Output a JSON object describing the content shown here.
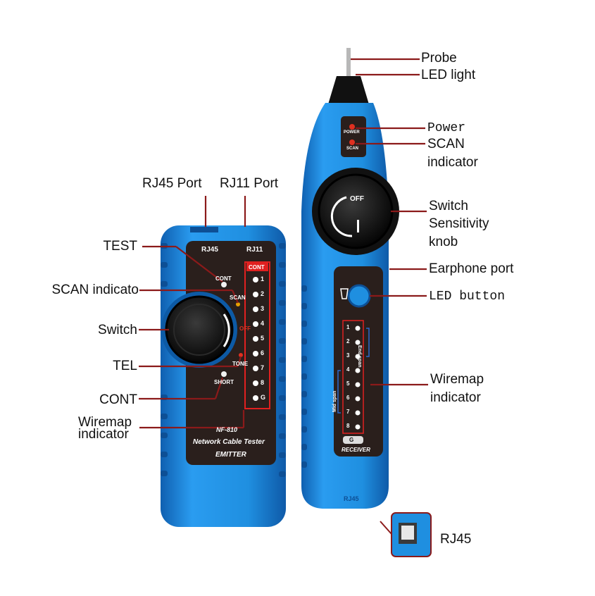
{
  "colors": {
    "device_blue": "#1f8fe0",
    "device_blue_dark": "#1265b0",
    "panel": "#2a1f1c",
    "leader": "#8b1a1a",
    "knob": "#111111"
  },
  "labels": {
    "probe": "Probe",
    "led_light": "LED light",
    "power": "Power",
    "scan_indicator_1": "SCAN",
    "scan_indicator_2": "indicator",
    "switch_knob_1": "Switch",
    "switch_knob_2": "Sensitivity",
    "switch_knob_3": "knob",
    "earphone_port": "Earphone port",
    "led_button": "LED button",
    "wiremap_r1": "Wiremap",
    "wiremap_r2": "indicator",
    "rj45_inset": "RJ45",
    "rj45_port": "RJ45 Port",
    "rj11_port": "RJ11 Port",
    "test": "TEST",
    "scan_indicato": "SCAN indicato",
    "switch": "Switch",
    "tel": "TEL",
    "cont": "CONT",
    "wiremap_l1": "Wiremap",
    "wiremap_l2": "indicator"
  },
  "emitter": {
    "rj45": "RJ45",
    "rj11": "RJ11",
    "cont_tag": "CONT",
    "cont": "CONT",
    "scan": "SCAN",
    "off": "OFF",
    "tone": "TONE",
    "short": "SHORT",
    "pins": [
      "1",
      "2",
      "3",
      "4",
      "5",
      "6",
      "7",
      "8",
      "G"
    ],
    "model": "NF-810",
    "brand": "Network Cable Tester",
    "role": "EMITTER"
  },
  "receiver": {
    "power": "POWER",
    "scan": "SCAN",
    "off": "OFF",
    "pins": [
      "1",
      "2",
      "3",
      "4",
      "5",
      "6",
      "7",
      "8",
      "G"
    ],
    "end_span": "End span",
    "mid_span": "Mid span",
    "role": "RECEIVER",
    "port": "RJ45"
  }
}
